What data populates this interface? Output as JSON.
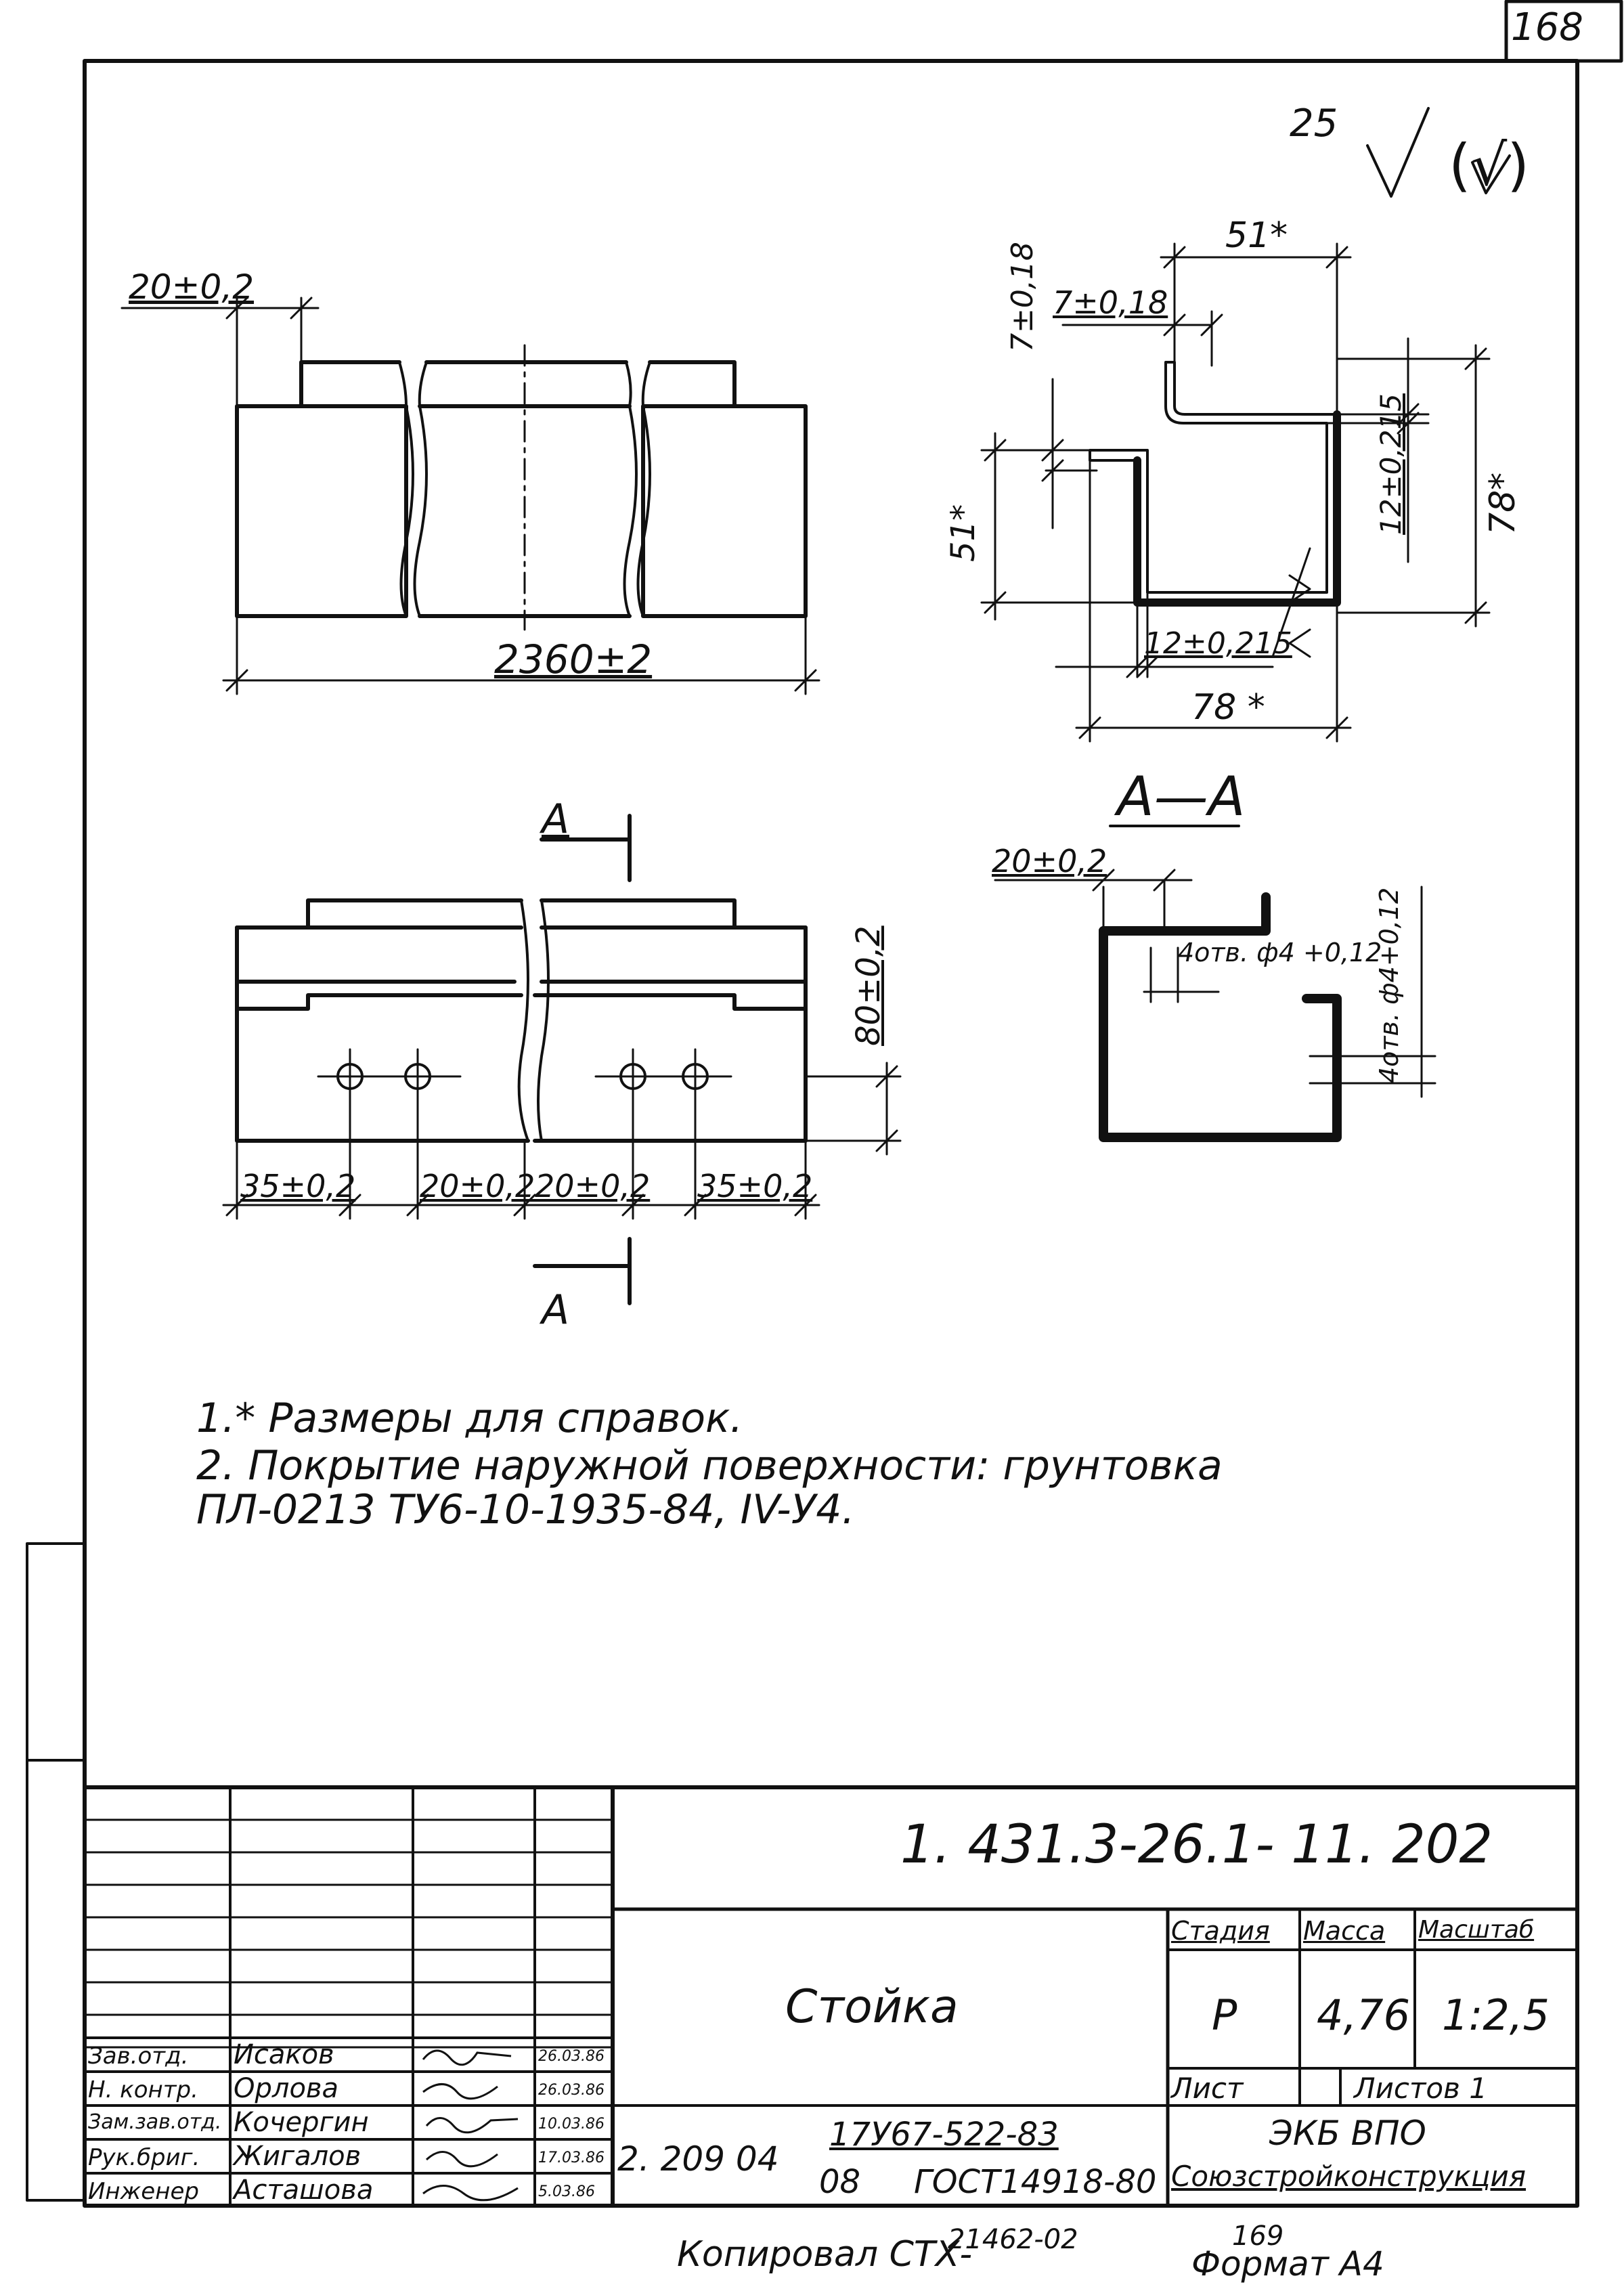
{
  "sheet": {
    "page_number_top": "168",
    "page_number_bottom": "169",
    "copy_note": "Копировал СТХ-",
    "copy_number": "21462-02",
    "format_label": "Формат А4"
  },
  "surface_mark": {
    "roughness": "25",
    "roughness_other": "(√)"
  },
  "front_view": {
    "dim_gap": "20±0,2",
    "dim_length": "2360±2"
  },
  "section_view": {
    "dim_width_top": "51*",
    "dim_lip_top": "7±0,18",
    "dim_lip_left": "7±0,18",
    "dim_height_left": "51*",
    "dim_inner_right": "12±0,215",
    "dim_height_right": "78*",
    "dim_inner_bottom": "12±0,215",
    "dim_width_bottom": "78 *"
  },
  "section_label": "А—А",
  "lower_view": {
    "cut_mark_top": "А",
    "cut_mark_bottom": "А",
    "dim_height": "80±0,2",
    "dim_1": "35±0,2",
    "dim_2": "20±0,2",
    "dim_3": "20±0,2",
    "dim_4": "35±0,2"
  },
  "detail_view": {
    "dim_offset": "20±0,2",
    "holes_top": "4отв. ф4 +0,12",
    "holes_right": "4отв. ф4+0,12"
  },
  "notes": {
    "line1": "1.* Размеры для справок.",
    "line2": "2. Покрытие наружной поверхности: грунтовка",
    "line3": "ПЛ-0213  ТУ6-10-1935-84,  IV-У4."
  },
  "title_block": {
    "doc_code": "1. 431.3-26.1- 11. 202",
    "part_name": "Стойка",
    "stage_header": "Стадия",
    "mass_header": "Масса",
    "scale_header": "Масштаб",
    "stage_value": "Р",
    "mass_value": "4,76",
    "scale_value": "1:2,5",
    "sheet_label": "Лист",
    "sheets_label": "Листов 1",
    "org_line1": "ЭКБ  ВПО",
    "org_line2": "Союзстройконструкция",
    "material_prefix": "2. 209 04",
    "material_top": "17У67-522-83",
    "material_bottom_left": "08",
    "material_bottom_right": "ГОСТ14918-80",
    "roles": [
      {
        "role": "Зав.отд.",
        "name": "Исаков",
        "date": "26.03.86"
      },
      {
        "role": "Н. контр.",
        "name": "Орлова",
        "date": "26.03.86"
      },
      {
        "role": "Зам.зав.отд.",
        "name": "Кочергин",
        "date": "10.03.86"
      },
      {
        "role": "Рук.бриг.",
        "name": "Жигалов",
        "date": "17.03.86"
      },
      {
        "role": "Инженер",
        "name": "Асташова",
        "date": "5.03.86"
      }
    ]
  }
}
